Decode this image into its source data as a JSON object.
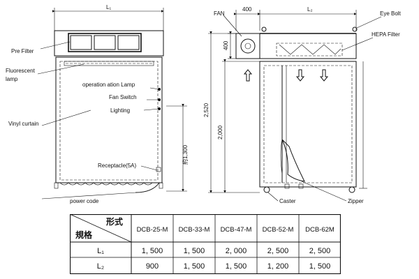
{
  "front_view": {
    "dim_width": "L₁",
    "dim_height": "約1,300",
    "labels": {
      "pre_filter": "Pre Filter",
      "fluorescent_lamp": "Fluorescent\nlamp",
      "operation_lamp": "operation ation Lamp",
      "fan_switch": "Fan Switch",
      "lighting": "Lighting",
      "vinyl_curtain": "Vinyl curtain",
      "receptacle": "Receptacle(5A)",
      "power_code": "power code"
    }
  },
  "side_view": {
    "dim_fan_width": "400",
    "dim_width": "L₂",
    "dim_fan_height": "400",
    "dim_total_height": "2,520",
    "dim_inner_height": "2,000",
    "labels": {
      "fan": "FAN",
      "eye_bolt": "Eye Bolt",
      "hepa_filter": "HEPA Filter",
      "caster": "Caster",
      "zipper": "Zipper"
    }
  },
  "spec_table": {
    "header_model": "形式",
    "header_spec": "規格",
    "models": [
      "DCB-25-M",
      "DCB-33-M",
      "DCB-47-M",
      "DCB-52-M",
      "DCB-62M"
    ],
    "rows": [
      {
        "label": "L₁",
        "values": [
          "1, 500",
          "1, 500",
          "2, 000",
          "2, 500",
          "2, 500"
        ]
      },
      {
        "label": "L₂",
        "values": [
          "900",
          "1, 500",
          "1, 500",
          "1, 200",
          "1, 500"
        ]
      }
    ]
  }
}
